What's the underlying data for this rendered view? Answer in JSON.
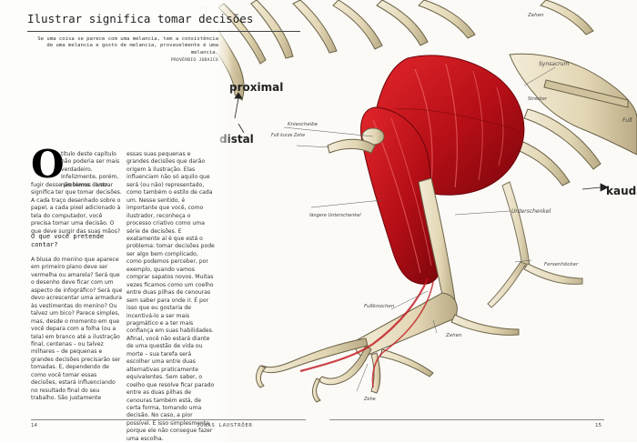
{
  "left_page": {
    "title": "Ilustrar significa tomar decisões",
    "epigraph": "Se uma coisa se parece com uma melancia, tem a consistência de uma melancia e gosto de melancia, provavelmente é uma melancia.",
    "epigraph_source": "PROVÉRBIO JUDAICO",
    "drop_cap": "O",
    "lead_text": "título deste capítulo não poderia ser mais verdadeiro. Infelizmente, porém, não temos como",
    "col1_text": "fugir desse problema: ilustrar significa ter que tomar decisões. A cada traço desenhado sobre o papel, a cada pixel adicionado à tela do computador, você precisa tomar uma decisão. O que deve surgir das suas mãos?",
    "subhead": "O que você pretende contar?",
    "col1_text_b": "A blusa do menino que aparece em primeiro plano deve ser vermelha ou amarela? Será que o desenho deve ficar com um aspecto de infográfico? Será que devo acrescentar uma armadura às vestimentas do menino? Ou talvez um bico? Parece simples, mas, desde o momento em que você depara com a folha (ou a tela) em branco até a ilustração final, centenas – ou talvez milhares – de pequenas e grandes decisões precisarão ser tomadas. E, dependendo de como você tomar essas decisões, estará influenciando no resultado final do seu trabalho. São justamente",
    "col2_text": "essas suas pequenas e grandes decisões que darão origem à ilustração. Elas influenciam não só aquilo que será (ou não) representado, como também o estilo de cada um. Nesse sentido, é importante que você, como ilustrador, reconheça o processo criativo como uma série de decisões. E exatamente aí é que está o problema: tomar decisões pode ser algo bem complicado, como podemos perceber, por exemplo, quando vamos comprar sapatos novos. Muitas vezes ficamos como um coelho entre duas pilhas de cenouras sem saber para onde ir. É por isso que eu gostaria de incentivá-lo a ser mais pragmático e a ter mais confiança em suas habilidades. Afinal, você não estará diante de uma questão de vida ou morte – sua tarefa será escolher uma entre duas alternativas praticamente equivalentes. Sem saber, o coelho que resolve ficar parado entre as duas pilhas de cenouras também está, de certa forma, tomando uma decisão. No caso, a pior possível. E isso simplesmente porque ele não consegue fazer uma escolha."
  },
  "footer": {
    "page_left": "14",
    "author": "JONAS LAUSTRÖER",
    "page_right": "15"
  },
  "illustration_labels": {
    "proximal": "proximal",
    "distal": "distal",
    "kaudal": "kaudal",
    "label_synsacrum": "Synsacrum",
    "label_kniescheibe": "Kniescheibe",
    "label_unterschenkel": "Unterschenkel",
    "label_fersenhoecker": "Fersenhöcker",
    "label_zehen": "Zehen",
    "label_fussknochen": "Fußknochen",
    "label_fuss_note": "Fuß",
    "label_left_note": "Fuß kurze Zehe",
    "label_knee_note": "längere Unterschenkel",
    "label_strecker": "Strecker",
    "label_bottom_note": "Zehe",
    "label_toes": "Zehen"
  },
  "colors": {
    "muscle_red": "#c0121a",
    "bone": "#e6dcc0",
    "bone_shadow": "#9c8f6e",
    "ink": "#2a2a2a"
  }
}
